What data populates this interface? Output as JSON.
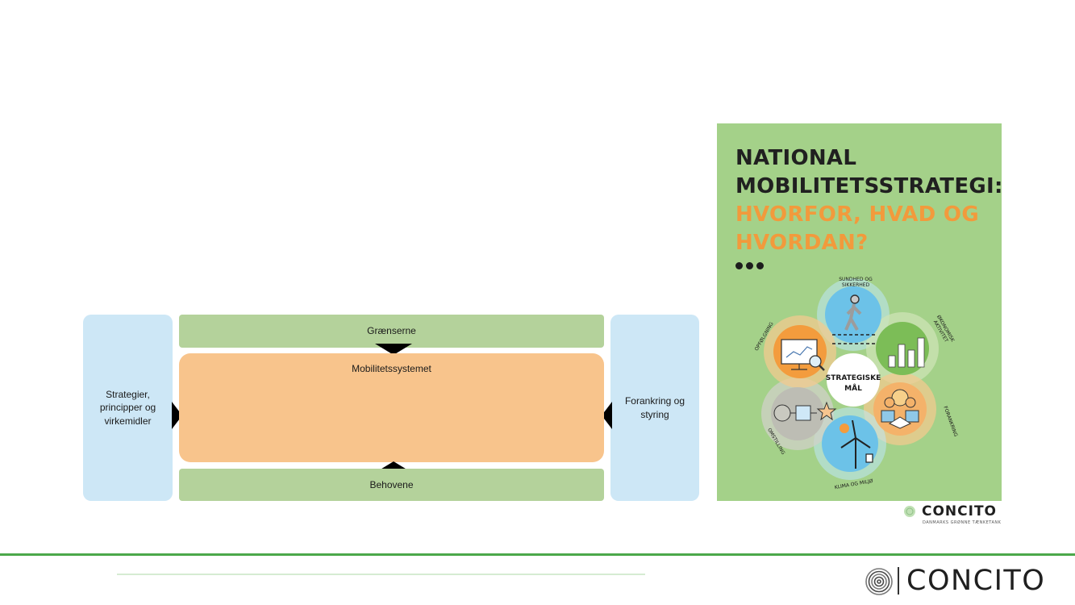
{
  "diagram": {
    "left_box": "Strategier, principper og virkemidler",
    "right_box": "Forankring og styring",
    "top_box": "Grænserne",
    "center_box": "Mobilitetssystemet",
    "bottom_box": "Behovene"
  },
  "cover": {
    "title_line1": "NATIONAL",
    "title_line2": "MOBILITETSSTRATEGI:",
    "subtitle_line1": "HVORFOR, HVAD OG",
    "subtitle_line2": "HVORDAN?",
    "center_label_1": "STRATEGISKE",
    "center_label_2": "MÅL",
    "goals": {
      "top_1": "SUNDHED OG",
      "top_2": "SIKKERHED",
      "right_top_1": "ØKONOMISK",
      "right_top_2": "AKTIVITET",
      "right_bottom": "FORANKRING",
      "bottom": "KLIMA OG MILJØ",
      "left_bottom": "OMSTILLING",
      "left_top": "OPFØLGNING"
    },
    "colors": {
      "background": "#a4d189",
      "title": "#202020",
      "subtitle": "#f29a3c"
    }
  },
  "small_logo": {
    "name": "CONCITO",
    "tagline": "DANMARKS GRØNNE TÆNKETANK"
  },
  "footer_logo": {
    "name": "CONCITO"
  },
  "colors": {
    "blue_box": "#cde7f6",
    "green_box": "#b4d29b",
    "orange_box": "#f8c48c",
    "footer_line": "#4ba84a"
  }
}
